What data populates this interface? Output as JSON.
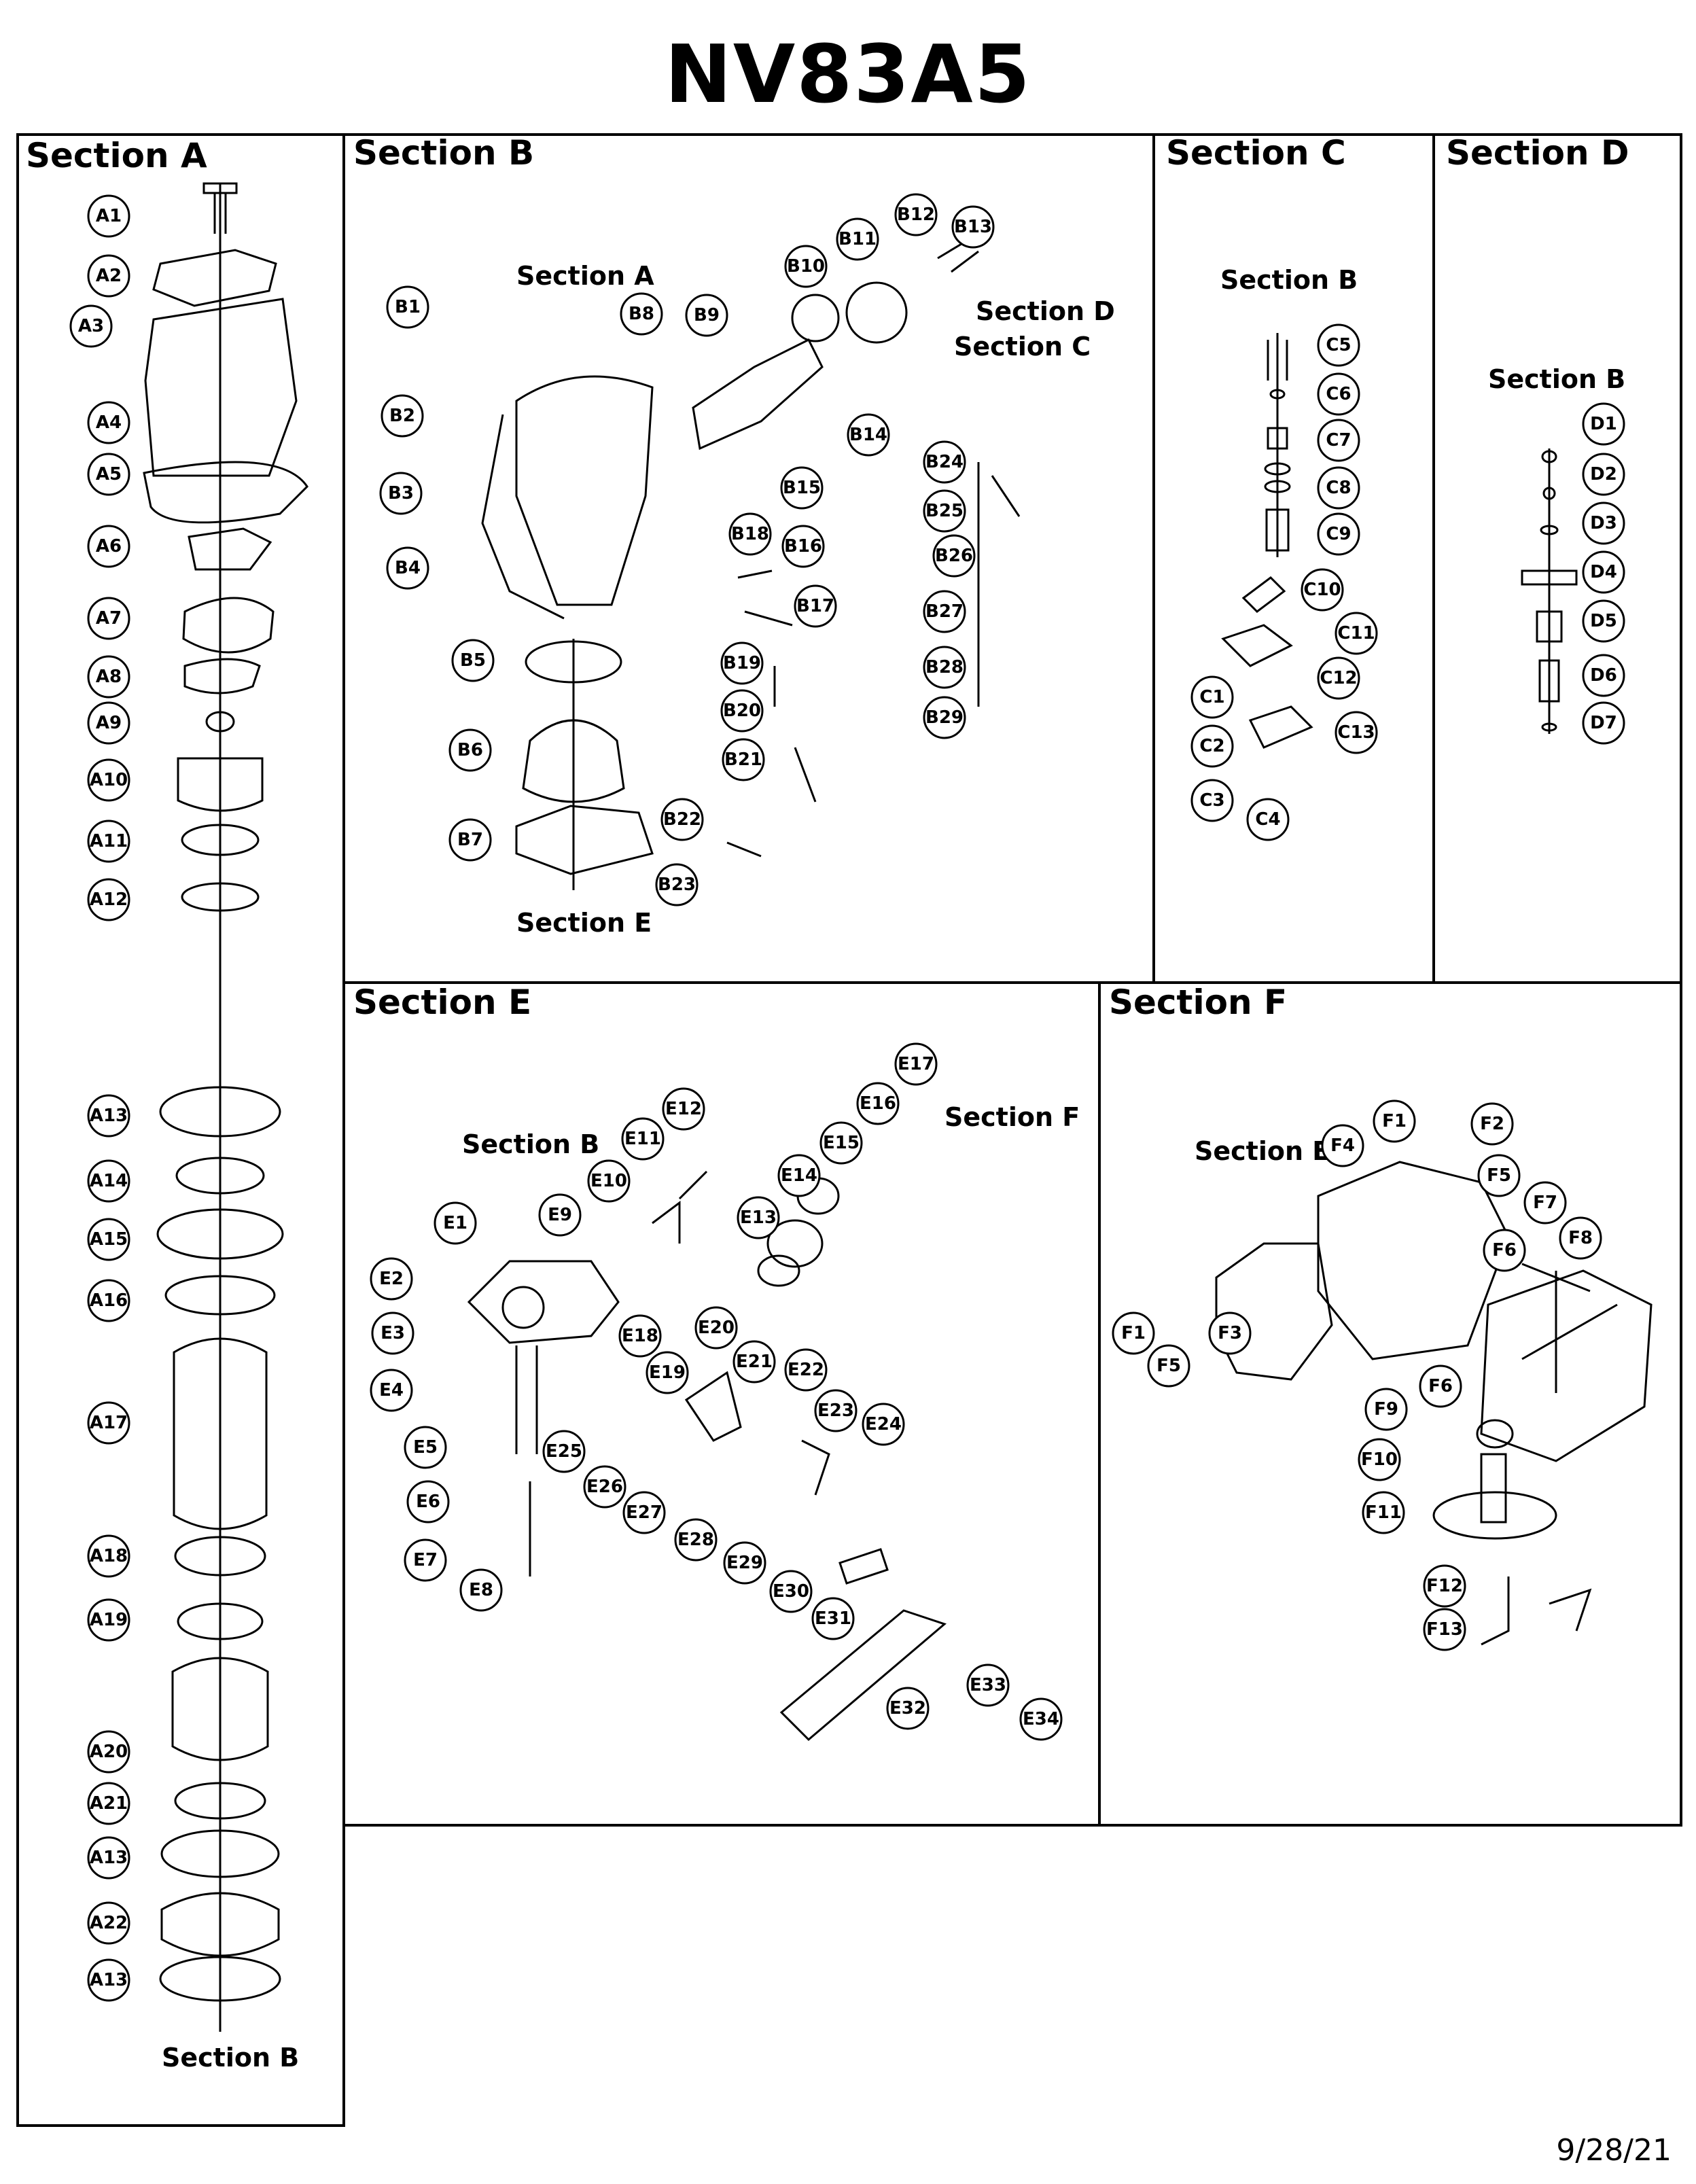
{
  "title": "NV83A5",
  "date": "9/28/21",
  "sections": {
    "a": {
      "title": "Section A",
      "refs": [
        "Section B"
      ],
      "callouts": [
        "A1",
        "A2",
        "A3",
        "A4",
        "A5",
        "A6",
        "A7",
        "A8",
        "A9",
        "A10",
        "A11",
        "A12",
        "A13",
        "A14",
        "A15",
        "A16",
        "A17",
        "A18",
        "A19",
        "A20",
        "A21",
        "A13",
        "A22",
        "A13"
      ]
    },
    "b": {
      "title": "Section B",
      "refs": [
        "Section A",
        "Section D",
        "Section C",
        "Section E"
      ],
      "callouts": [
        "B1",
        "B2",
        "B3",
        "B4",
        "B5",
        "B6",
        "B7",
        "B8",
        "B9",
        "B10",
        "B11",
        "B12",
        "B13",
        "B14",
        "B15",
        "B16",
        "B17",
        "B18",
        "B19",
        "B20",
        "B21",
        "B22",
        "B23",
        "B24",
        "B25",
        "B26",
        "B27",
        "B28",
        "B29"
      ]
    },
    "c": {
      "title": "Section C",
      "refs": [
        "Section B"
      ],
      "callouts": [
        "C1",
        "C2",
        "C3",
        "C4",
        "C5",
        "C6",
        "C7",
        "C8",
        "C9",
        "C10",
        "C11",
        "C12",
        "C13"
      ]
    },
    "d": {
      "title": "Section D",
      "refs": [
        "Section B"
      ],
      "callouts": [
        "D1",
        "D2",
        "D3",
        "D4",
        "D5",
        "D6",
        "D7"
      ]
    },
    "e": {
      "title": "Section E",
      "refs": [
        "Section B",
        "Section F"
      ],
      "callouts": [
        "E1",
        "E2",
        "E3",
        "E4",
        "E5",
        "E6",
        "E7",
        "E8",
        "E9",
        "E10",
        "E11",
        "E12",
        "E13",
        "E14",
        "E15",
        "E16",
        "E17",
        "E18",
        "E19",
        "E20",
        "E21",
        "E22",
        "E23",
        "E24",
        "E25",
        "E26",
        "E27",
        "E28",
        "E29",
        "E30",
        "E31",
        "E32",
        "E33",
        "E34"
      ]
    },
    "f": {
      "title": "Section F",
      "refs": [
        "Section E"
      ],
      "callouts": [
        "F1",
        "F2",
        "F3",
        "F4",
        "F5",
        "F6",
        "F1",
        "F5",
        "F6",
        "F7",
        "F8",
        "F9",
        "F10",
        "F11",
        "F12",
        "F13"
      ]
    }
  }
}
